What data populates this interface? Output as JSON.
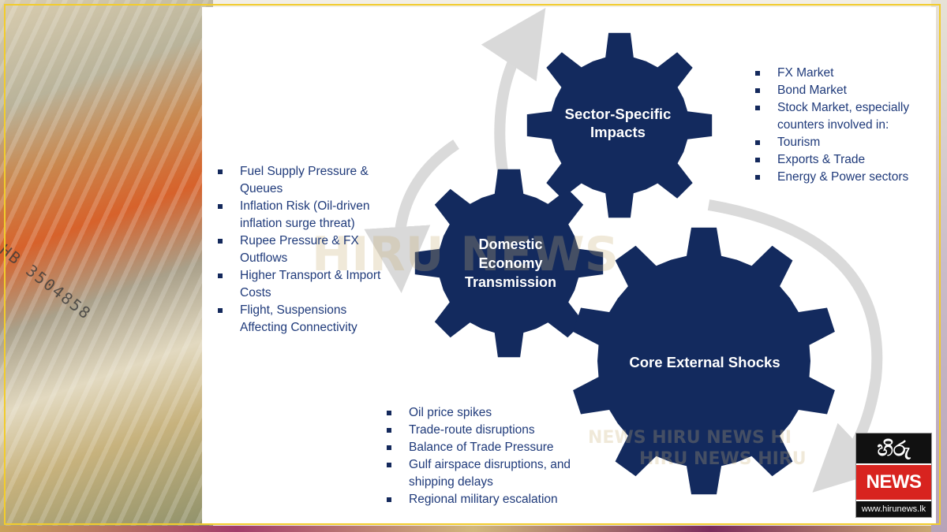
{
  "diagram": {
    "gears": {
      "sector": "Sector-Specific Impacts",
      "domestic": "Domestic Economy Transmission",
      "core": "Core External Shocks"
    },
    "sector_impacts": [
      "FX Market",
      "Bond Market",
      "Stock Market, especially counters involved in:",
      "Tourism",
      "Exports & Trade",
      "Energy & Power sectors"
    ],
    "domestic_transmission": [
      "Fuel Supply Pressure & Queues",
      "Inflation Risk (Oil-driven inflation surge threat)",
      "Rupee Pressure & FX Outflows",
      "Higher Transport & Import Costs",
      "Flight, Suspensions Affecting Connectivity"
    ],
    "core_shocks": [
      "Oil price spikes",
      "Trade-route disruptions",
      "Balance of Trade Pressure",
      "Gulf airspace disruptions, and shipping delays",
      "Regional military escalation"
    ]
  },
  "watermark": {
    "center": "HIRU NEWS",
    "bottom_row1": "NEWS HIRU NEWS HI",
    "bottom_row2": "HIRU NEWS HIRU"
  },
  "background": {
    "banknote_text": "HB 3504858"
  },
  "logo": {
    "script": "හිරු",
    "brand": "NEWS",
    "url": "www.hirunews.lk"
  },
  "colors": {
    "gear": "#132a5e",
    "bullet_text": "#1f3a7a",
    "arrow": "#d9d9d9",
    "frame": "#f2cc2c",
    "logo_red": "#d8231f"
  }
}
